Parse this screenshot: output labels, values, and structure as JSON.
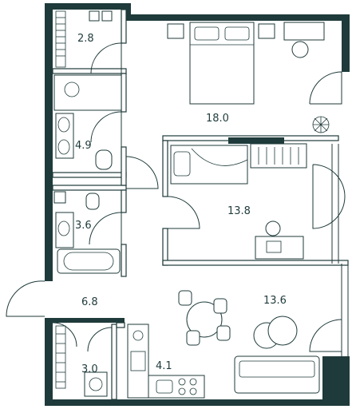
{
  "colors": {
    "wall": "#1f3a3a",
    "background": "#ffffff"
  },
  "rooms": [
    {
      "id": "dressing",
      "area": "2.8"
    },
    {
      "id": "bedroom",
      "area": "18.0"
    },
    {
      "id": "bathroom-1",
      "area": "4.9"
    },
    {
      "id": "bathroom-2",
      "area": "3.6"
    },
    {
      "id": "bedroom-2",
      "area": "13.8"
    },
    {
      "id": "hall",
      "area": "6.8"
    },
    {
      "id": "living",
      "area": "13.6"
    },
    {
      "id": "storage",
      "area": "3.0"
    },
    {
      "id": "kitchen",
      "area": "4.1"
    }
  ]
}
